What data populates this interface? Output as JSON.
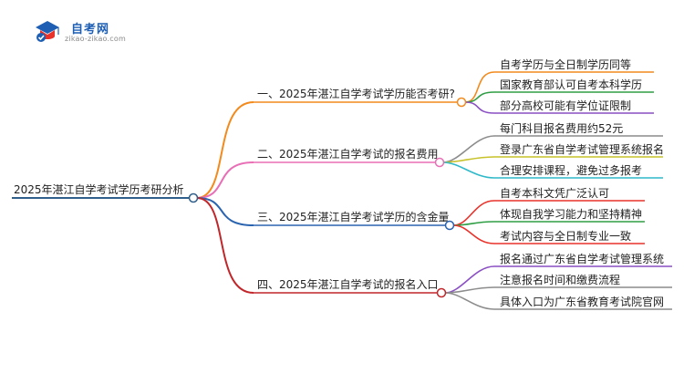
{
  "logo": {
    "name": "自考网",
    "url": "zikao-zikao.com",
    "icon": "graduation-cap-icon"
  },
  "root": {
    "label": "2025年湛江自学考试学历考研分析",
    "line_color": "#2f5f8a"
  },
  "branches": [
    {
      "label": "一、2025年湛江自学考试学历能否考研?",
      "color": "#f28a1e",
      "children": [
        {
          "label": "自考学历与全日制学历同等",
          "color": "#f28a1e"
        },
        {
          "label": "国家教育部认可自考本科学历",
          "color": "#2e9e44"
        },
        {
          "label": "部分高校可能有学位证限制",
          "color": "#8a4fc4"
        }
      ]
    },
    {
      "label": "二、2025年湛江自学考试的报名费用",
      "color": "#e86fb6",
      "children": [
        {
          "label": "每门科目报名费用约52元",
          "color": "#8c8c8c"
        },
        {
          "label": "登录广东省自学考试管理系统报名",
          "color": "#c7c22a"
        },
        {
          "label": "合理安排课程，避免过多报考",
          "color": "#2fb9c9"
        }
      ]
    },
    {
      "label": "三、2025年湛江自学考试学历的含金量",
      "color": "#2a64b0",
      "children": [
        {
          "label": "自考本科文凭广泛认可",
          "color": "#e8322a"
        },
        {
          "label": "体现自我学习能力和坚持精神",
          "color": "#2e9e44"
        },
        {
          "label": "考试内容与全日制专业一致",
          "color": "#e8322a"
        }
      ]
    },
    {
      "label": "四、2025年湛江自学考试的报名入口",
      "color": "#c0262a",
      "children": [
        {
          "label": "报名通过广东省自学考试管理系统",
          "color": "#8a4fc4"
        },
        {
          "label": "注意报名时间和缴费流程",
          "color": "#8c8c8c"
        },
        {
          "label": "具体入口为广东省教育考试院官网",
          "color": "#8c8c8c"
        }
      ]
    }
  ]
}
